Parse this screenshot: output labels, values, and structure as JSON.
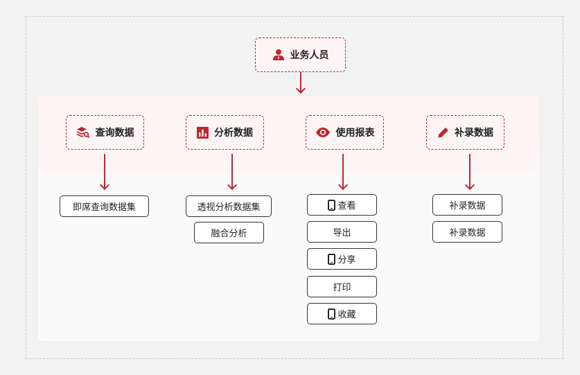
{
  "role": {
    "label": "业务人员",
    "icon": "person-icon"
  },
  "categories": [
    {
      "label": "查询数据",
      "icon": "layers-search-icon",
      "items": [
        "即席查询数据集"
      ]
    },
    {
      "label": "分析数据",
      "icon": "bar-chart-icon",
      "items": [
        "透视分析数据集",
        "融合分析"
      ]
    },
    {
      "label": "使用报表",
      "icon": "eye-icon",
      "items": [
        "查看",
        "导出",
        "分享",
        "打印",
        "收藏"
      ]
    },
    {
      "label": "补录数据",
      "icon": "pencil-icon",
      "items": [
        "补录数据",
        "补录数据"
      ]
    }
  ],
  "colors": {
    "accent": "#c0272d",
    "band": "#fdf3f3",
    "background": "#f2f2f2"
  }
}
